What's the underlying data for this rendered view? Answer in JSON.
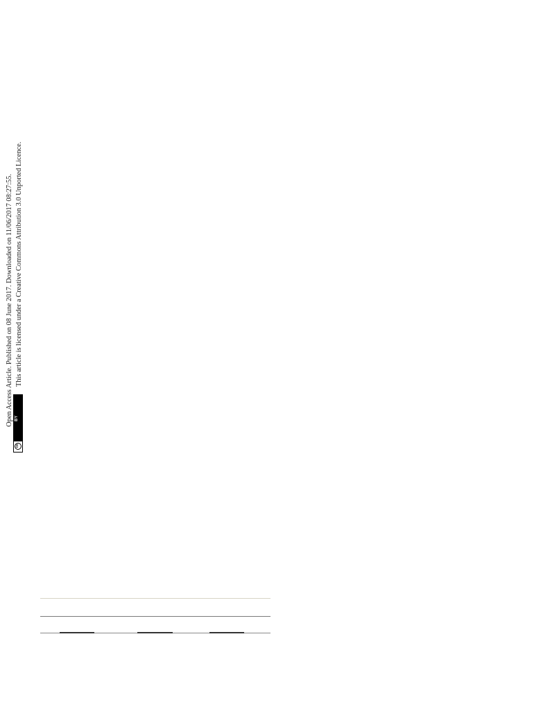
{
  "side_notice": {
    "line1": "Open Access Article. Published on 08 June 2017. Downloaded on 11/06/2017 08:27:55.",
    "line2": "This article is licensed under a Creative Commons Attribution 3.0 Unported Licence.",
    "badge_cc": "cc",
    "badge_by": "BY"
  }
}
